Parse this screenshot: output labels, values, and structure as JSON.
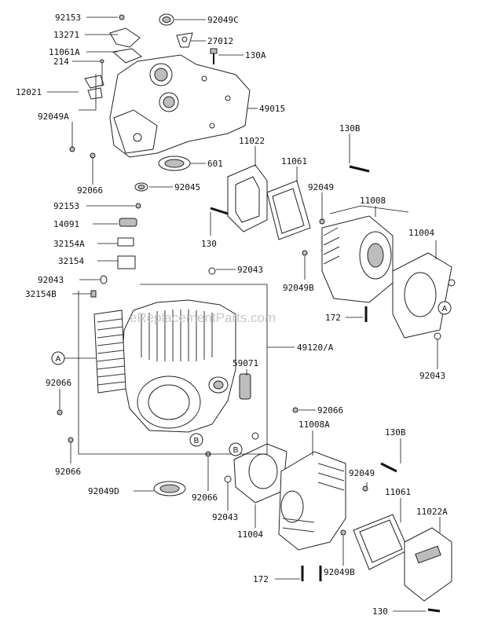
{
  "watermark": "eReplacementParts.com",
  "labels": {
    "l92153a": "92153",
    "l92049c": "92049C",
    "l13271": "13271",
    "l27012": "27012",
    "l11061a": "11061A",
    "l130a": "130A",
    "l214": "214",
    "l12021": "12021",
    "l49015": "49015",
    "l92049a": "92049A",
    "l601": "601",
    "l92066a": "92066",
    "l92045": "92045",
    "l130b_top": "130B",
    "l11022": "11022",
    "l11061_top": "11061",
    "l92049_top": "92049",
    "l11008": "11008",
    "l92153b": "92153",
    "l14091": "14091",
    "l32154a": "32154A",
    "l130_top": "130",
    "l11004_top": "11004",
    "l32154": "32154",
    "l92043a": "92043",
    "l92043b": "92043",
    "l92049b_top": "92049B",
    "l32154b": "32154B",
    "l172_top": "172",
    "l49120a": "49120/A",
    "l59071": "59071",
    "l92043_right": "92043",
    "l92066b": "92066",
    "l92066c": "92066",
    "l11008a": "11008A",
    "l130b_bot": "130B",
    "l92066d": "92066",
    "l92049_bot": "92049",
    "l92049d": "92049D",
    "l92066e": "92066",
    "l92043_bot": "92043",
    "l11061_bot": "11061",
    "l11022a": "11022A",
    "l11004_bot": "11004",
    "l172_bot": "172",
    "l92049b_bot": "92049B",
    "l130_bot": "130"
  },
  "callouts": {
    "a_left": "A",
    "a_right": "A",
    "b_center": "B",
    "b_lower": "B"
  }
}
